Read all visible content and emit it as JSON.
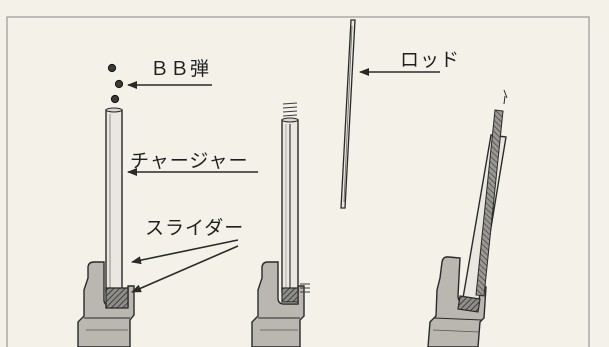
{
  "labels": {
    "bb": "ＢＢ弾",
    "charger": "チャージャー",
    "slider": "スライダー",
    "rod": "ロッド"
  },
  "colors": {
    "paper": "#f3f1e8",
    "ink": "#2a2a2a",
    "tube_fill": "#e9e7df",
    "body_fill": "#b9b7b0",
    "frame": "#9c9a94"
  }
}
